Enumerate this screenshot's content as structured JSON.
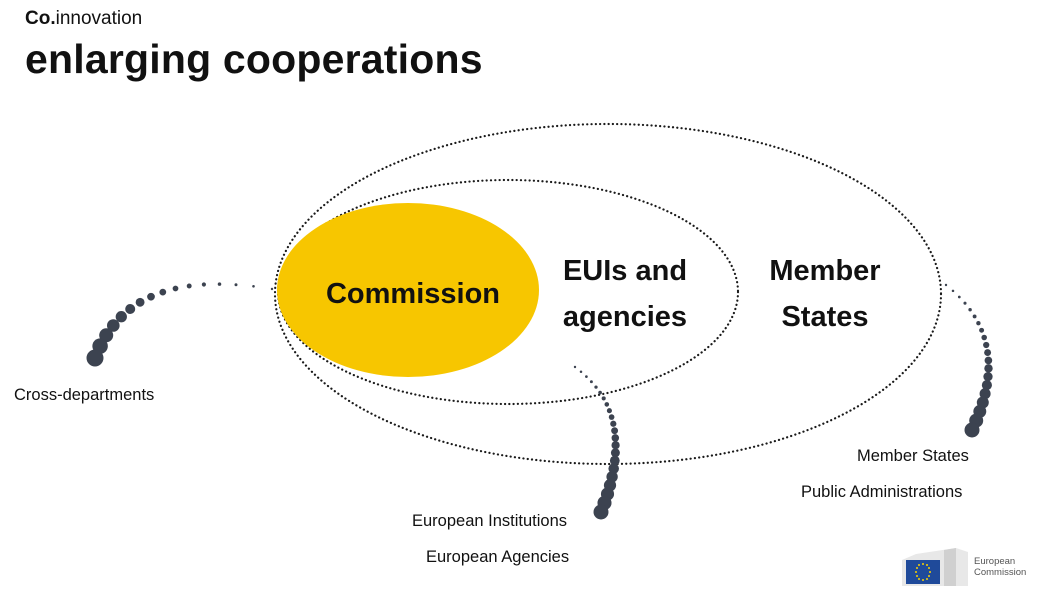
{
  "header": {
    "brand_bold": "Co.",
    "brand_rest": "innovation",
    "title": "enlarging cooperations"
  },
  "circles": {
    "commission": "Commission",
    "euis_line1": "EUIs and",
    "euis_line2": "agencies",
    "ms_line1": "Member",
    "ms_line2": "States"
  },
  "connectors": {
    "left": "Cross-departments",
    "bottom_1": "European Institutions",
    "bottom_2": "European Agencies",
    "right_1": "Member States",
    "right_2": "Public Administrations"
  },
  "colors": {
    "commission_fill": "#F7C600",
    "dots": "#3c4350",
    "outline": "#1a1a1a"
  },
  "logo": {
    "line1": "European",
    "line2": "Commission",
    "icon": "eu-flag-icon"
  }
}
